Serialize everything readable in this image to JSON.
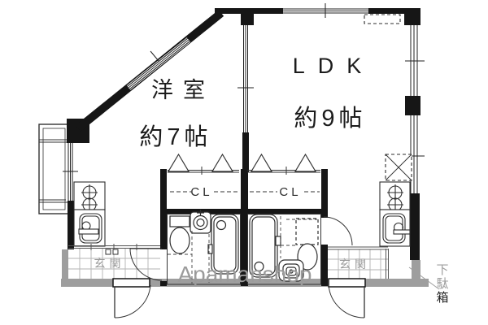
{
  "rooms": {
    "western": {
      "label": "洋室",
      "size": "約7帖"
    },
    "ldk": {
      "label": "LDK",
      "size": "約9帖"
    }
  },
  "closets": {
    "left_label": "CL",
    "right_label": "CL"
  },
  "entrances": {
    "left_label": "玄関",
    "right_label": "玄関"
  },
  "shoe_cabinet": {
    "char_1": "下",
    "char_2": "駄",
    "char_3": "箱"
  },
  "watermark": "Apamanshop",
  "colors": {
    "wall": "#161616",
    "thin_line": "#2e2e2e",
    "gray_accent": "#9e9e9e",
    "watermark_gray": "#9b9b9b",
    "tile_line": "#b3b3b3"
  }
}
